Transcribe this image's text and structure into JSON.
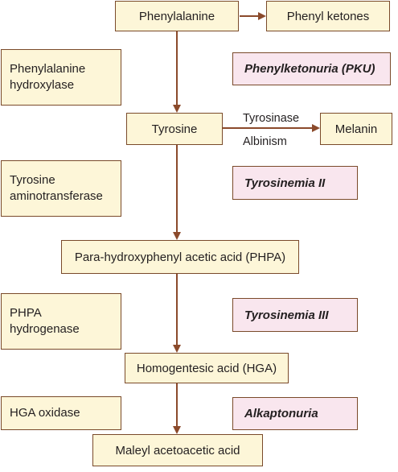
{
  "metabolites": {
    "phenylalanine": "Phenylalanine",
    "phenyl_ketones": "Phenyl ketones",
    "tyrosine": "Tyrosine",
    "melanin": "Melanin",
    "phpa": "Para-hydroxyphenyl acetic acid (PHPA)",
    "hga": "Homogentesic acid (HGA)",
    "maleyl": "Maleyl acetoacetic acid"
  },
  "enzymes": {
    "pah_line1": "Phenylalanine",
    "pah_line2": "hydroxylase",
    "tat_line1": "Tyrosine",
    "tat_line2": "aminotransferase",
    "phpa_line1": "PHPA",
    "phpa_line2": "hydrogenase",
    "hga_oxidase": "HGA oxidase"
  },
  "disorders": {
    "pku": "Phenylketonuria (PKU)",
    "tyrosinemia2": "Tyrosinemia II",
    "tyrosinemia3": "Tyrosinemia III",
    "alkaptonuria": "Alkaptonuria"
  },
  "branch_labels": {
    "tyrosinase": "Tyrosinase",
    "albinism": "Albinism"
  },
  "colors": {
    "box_fill": "#fdf6d8",
    "disease_fill": "#f9e6ee",
    "border": "#7a4a2a",
    "arrow": "#8b4a2b"
  }
}
